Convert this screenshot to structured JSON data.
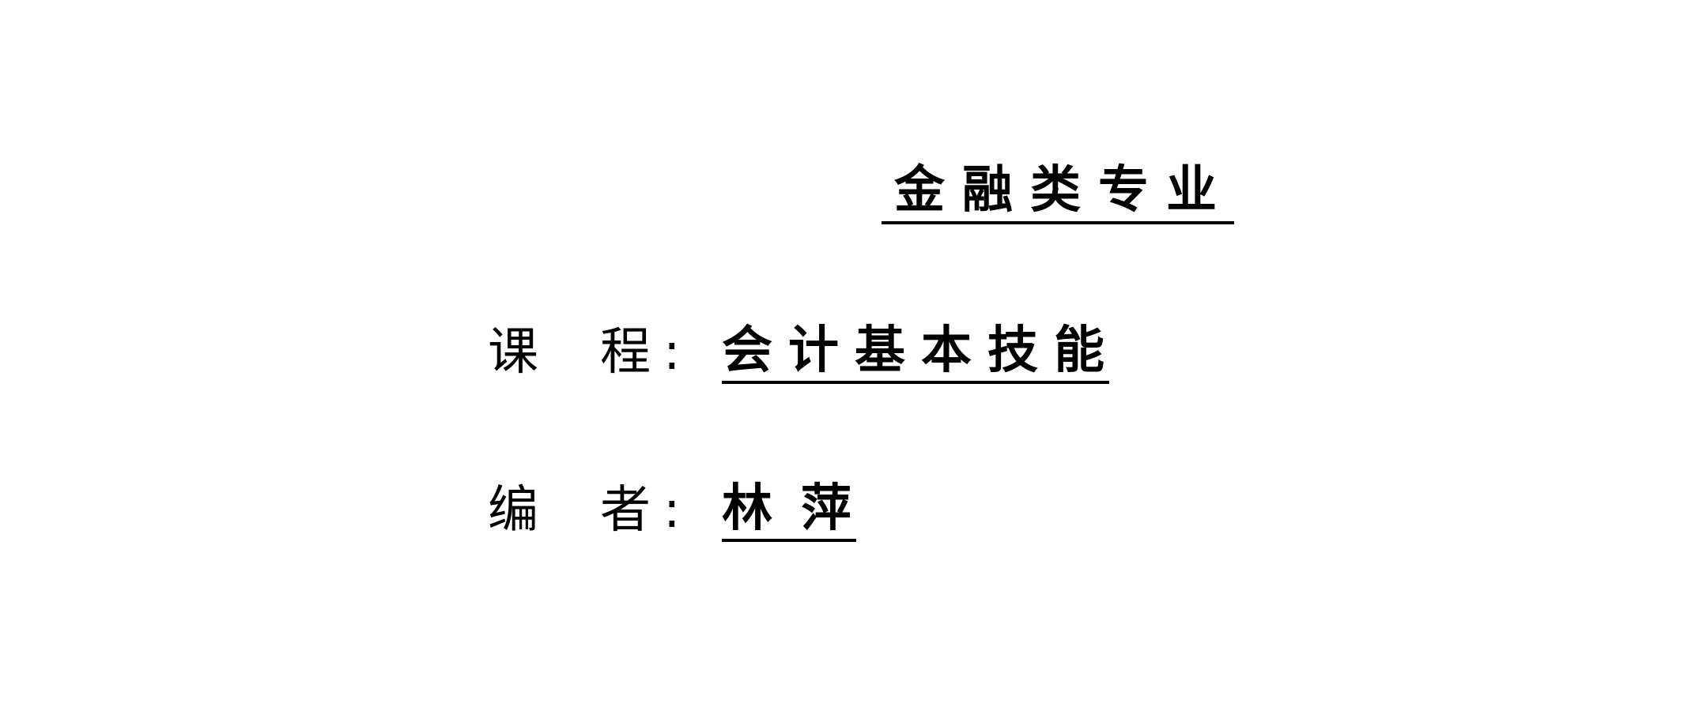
{
  "major": "金融类专业",
  "course": {
    "label_char_1": "课",
    "label_char_2": "程",
    "colon": ":",
    "value": "会计基本技能"
  },
  "editor": {
    "label_char_1": "编",
    "label_char_2": "者",
    "colon": ":",
    "value": "林萍"
  }
}
